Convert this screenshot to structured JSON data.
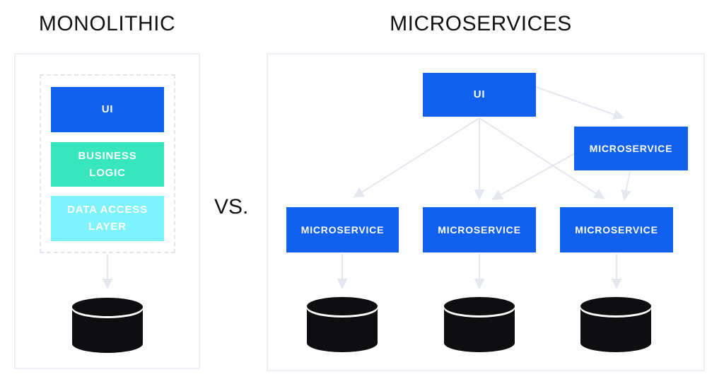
{
  "palette": {
    "primary_blue": "#1161ee",
    "teal": "#38e6bd",
    "light_cyan": "#7ff3fd",
    "arrow_gray": "#e4e7f0",
    "db_black": "#0e0e11",
    "panel_border": "#edeff6",
    "dashed_border": "#e3e5ee",
    "title_text": "#131313",
    "box_text": "#ffffff"
  },
  "monolithic": {
    "title": "MONOLITHIC",
    "layers": [
      {
        "label": "UI",
        "color": "#1161ee"
      },
      {
        "label": "BUSINESS\nLOGIC",
        "color": "#38e6bd"
      },
      {
        "label": "DATA ACCESS\nLAYER",
        "color": "#7ff3fd"
      }
    ],
    "database_icon": "database-cylinder"
  },
  "divider": {
    "label": "VS."
  },
  "microservices": {
    "title": "MICROSERVICES",
    "ui_node": {
      "label": "UI"
    },
    "satellite_node": {
      "label": "MICROSERVICE"
    },
    "bottom_nodes": [
      {
        "label": "MICROSERVICE"
      },
      {
        "label": "MICROSERVICE"
      },
      {
        "label": "MICROSERVICE"
      }
    ],
    "database_icon": "database-cylinder",
    "database_count": 3
  }
}
